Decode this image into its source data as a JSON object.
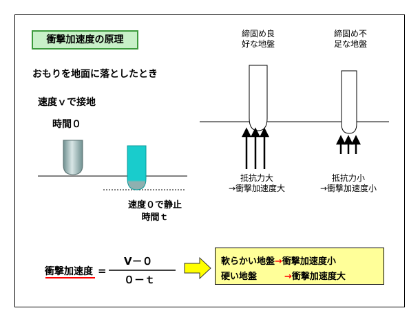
{
  "title": "衝撃加速度の原理",
  "subtitle": "おもりを地面に落としたとき",
  "contact_label": "速度ｖで接地",
  "time0_label": "時間０",
  "stop_label": "速度０で静止",
  "time_t_label": "時間ｔ",
  "good_ground_label": [
    "締固め良",
    "好な地盤"
  ],
  "poor_ground_label": [
    "締固め不",
    "足な地盤"
  ],
  "large_resistance": [
    "抵抗力大",
    "→衝撃加速度大"
  ],
  "small_resistance": [
    "抵抗力小",
    "→衝撃加速度小"
  ],
  "formula": {
    "lhs": "衝撃加速度",
    "equals": "=",
    "numerator": "V－０",
    "denominator": "０－ｔ"
  },
  "results": [
    {
      "ground": "軟らかい地盤",
      "arrow": "→",
      "effect": "衝撃加速度小"
    },
    {
      "ground": "硬い地盤",
      "arrow": "→",
      "effect": "衝撃加速度大"
    }
  ],
  "colors": {
    "title_bg": "#c8f0c8",
    "title_border": "#3c9a3c",
    "cylinder_gray": "#8fb0b0",
    "cylinder_cyan": "#19cccc",
    "result_bg": "#ffff99",
    "block_arrow": "#ffff00",
    "accent_red": "#ff0000"
  }
}
